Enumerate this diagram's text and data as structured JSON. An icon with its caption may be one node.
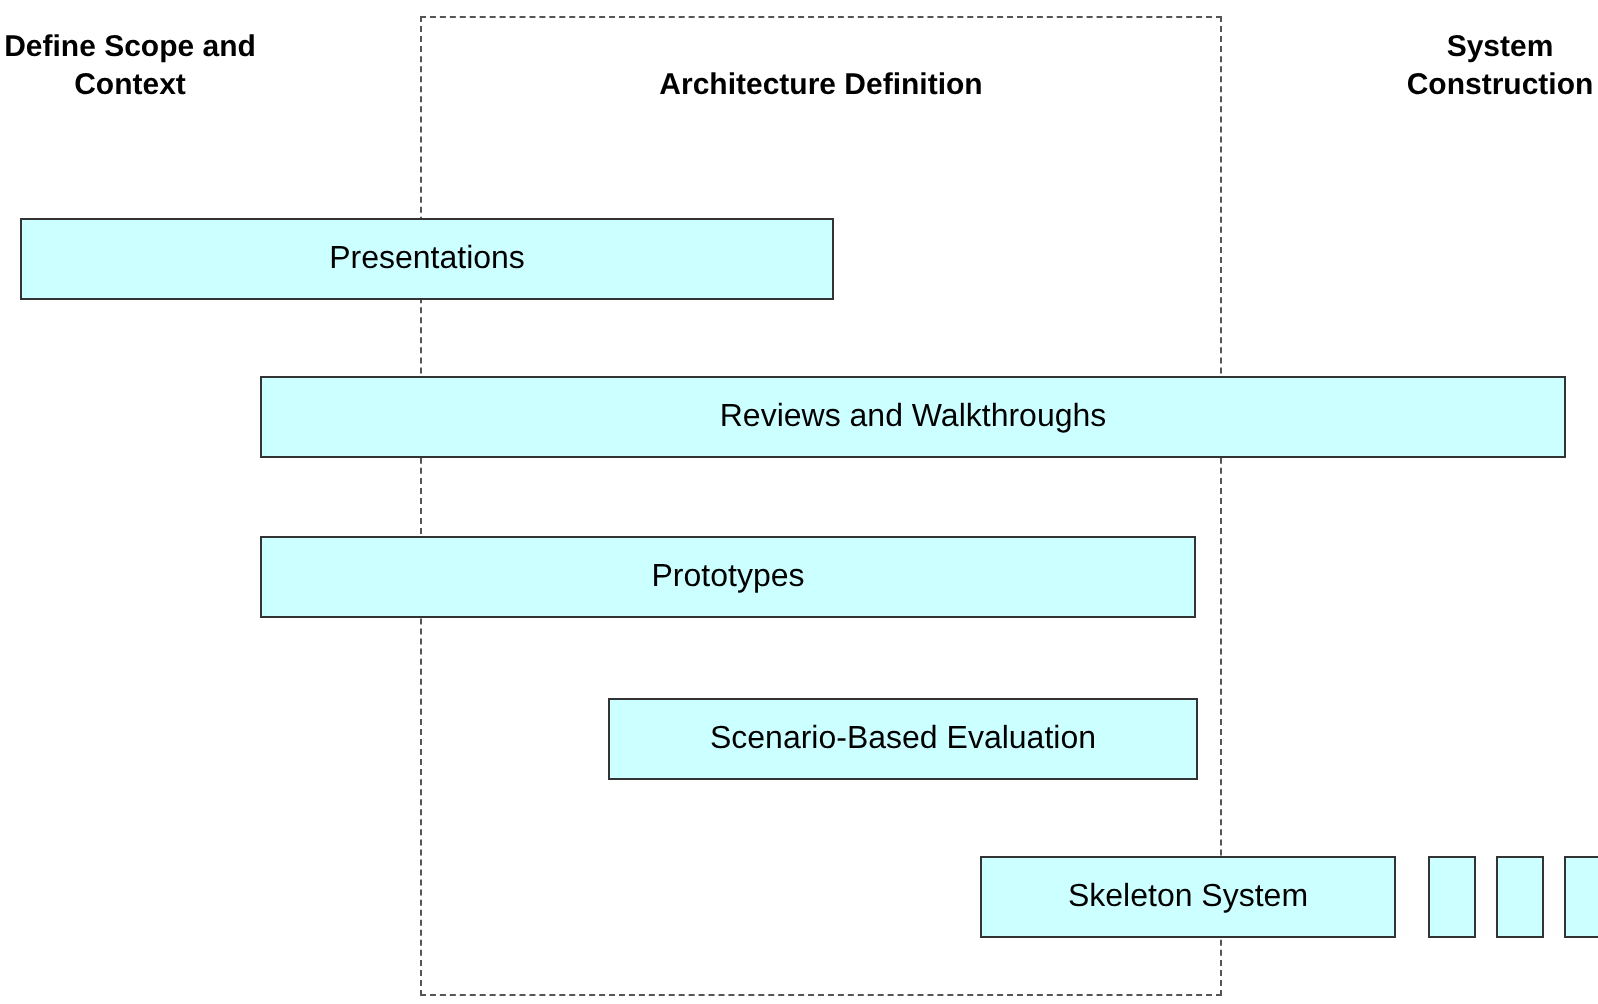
{
  "diagram": {
    "nodes": [
      {
        "text": [
          "Architecture Definition"
        ]
      },
      {
        "text": [
          "Presentations"
        ]
      },
      {
        "text": [
          "Reviews and Walkthroughs"
        ]
      },
      {
        "text": [
          "Prototypes"
        ]
      },
      {
        "text": [
          "Scenario-Based Evaluation"
        ],
        "in": 0
      },
      {
        "text": [
          "Skeleton System"
        ]
      },
      {
        "text": [],
        "shape": "box"
      },
      {
        "text": [],
        "shape": "box"
      },
      {
        "text": [],
        "shape": "box"
      }
    ],
    "labels": [
      "Define Scope and Context",
      "System Construction"
    ]
  }
}
